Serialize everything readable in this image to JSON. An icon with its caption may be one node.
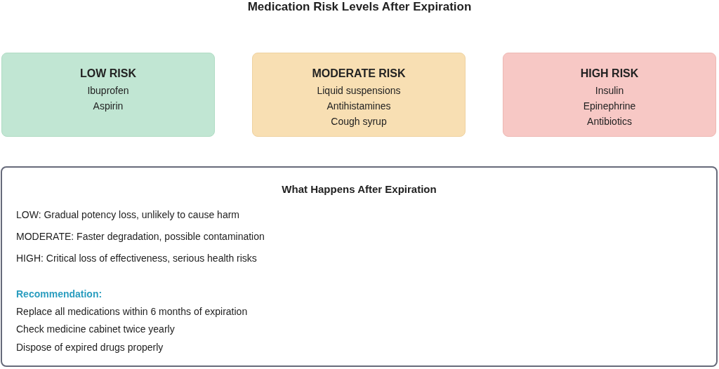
{
  "diagram": {
    "title": "Medication Risk Levels After Expiration",
    "nodes": [
      {
        "text": [
          "LOW RISK",
          "Ibuprofen",
          "Aspirin"
        ]
      },
      {
        "text": [
          "MODERATE RISK",
          "Liquid suspensions",
          "Antihistamines",
          "Cough syrup"
        ]
      },
      {
        "text": [
          "HIGH RISK",
          "Insulin",
          "Epinephrine",
          "Antibiotics"
        ]
      },
      {
        "text": [
          "What Happens After Expiration",
          "LOW: Gradual potency loss, unlikely to cause harm",
          "MODERATE: Faster degradation, possible contamination",
          "HIGH: Critical loss of effectiveness, serious health risks",
          "Recommendation:",
          "Replace all medications within 6 months of expiration",
          "Check medicine cabinet twice yearly",
          "Dispose of expired drugs properly"
        ]
      }
    ],
    "edges": []
  }
}
